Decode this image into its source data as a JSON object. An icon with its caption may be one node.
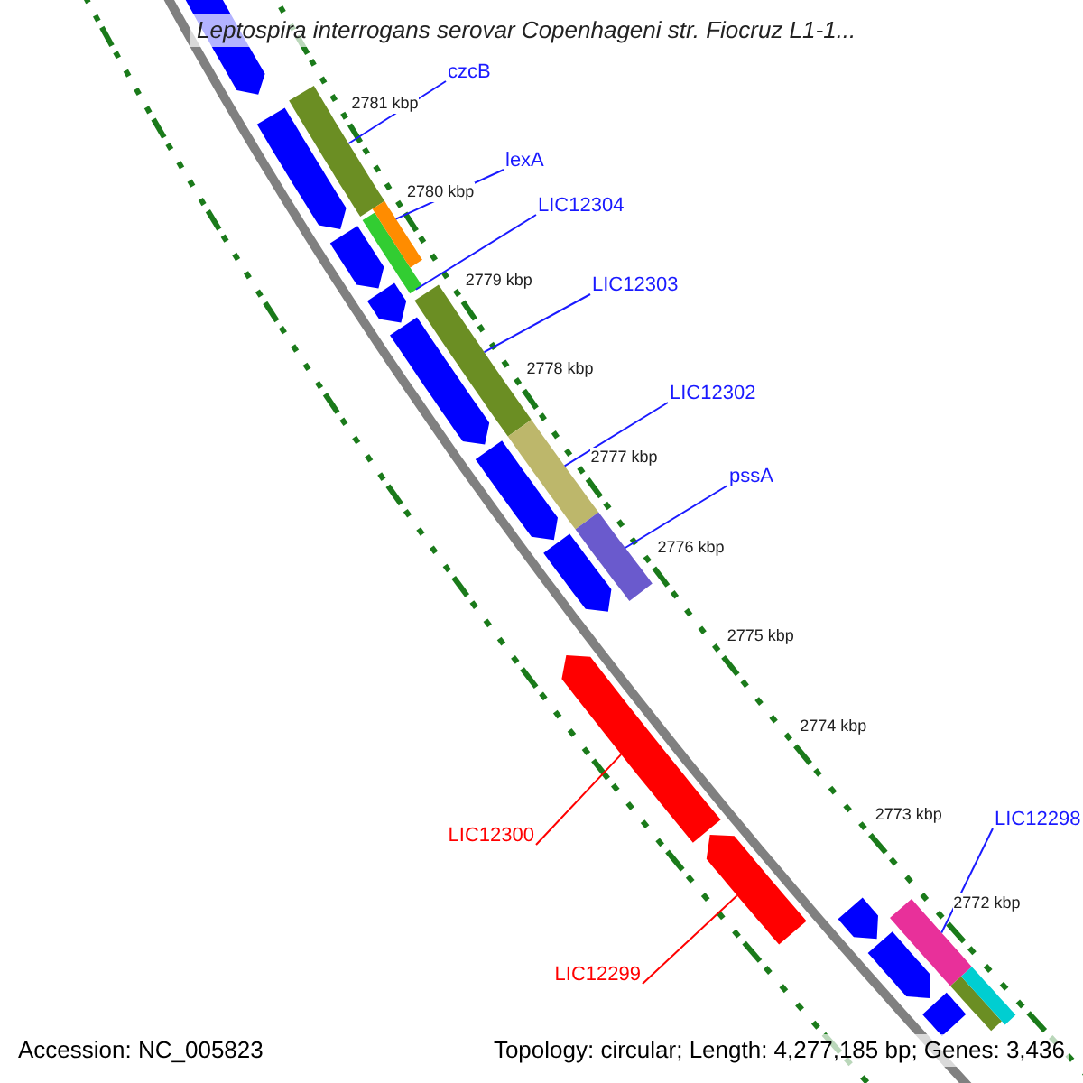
{
  "diagram": {
    "title": "Leptospira interrogans serovar Copenhageni str. Fiocruz L1-1...",
    "nodes": [
      {
        "text": [
          "czcB"
        ]
      },
      {
        "text": [
          "lexA"
        ]
      },
      {
        "text": [
          "LIC12304"
        ]
      },
      {
        "text": [
          "LIC12303"
        ]
      },
      {
        "text": [
          "LIC12302"
        ]
      },
      {
        "text": [
          "pssA"
        ]
      },
      {
        "text": [
          "LIC12298"
        ]
      },
      {
        "text": [
          "LIC12300"
        ]
      },
      {
        "text": [
          "LIC12299"
        ]
      },
      {
        "text": [],
        "shape": "bar"
      },
      {
        "text": [],
        "shape": "bar"
      },
      {
        "text": [],
        "shape": "bar"
      },
      {
        "text": [],
        "shape": "bar"
      },
      {
        "text": [],
        "shape": "bar"
      },
      {
        "text": [],
        "shape": "bar"
      },
      {
        "text": [],
        "shape": "bar"
      },
      {
        "text": [],
        "shape": "bar"
      },
      {
        "text": [],
        "shape": "bar"
      },
      {
        "text": [],
        "shape": "bar"
      },
      {
        "text": [],
        "shape": "bar"
      },
      {
        "text": [],
        "shape": "bar"
      },
      {
        "text": [],
        "shape": "bar"
      },
      {
        "text": [],
        "shape": "bar"
      },
      {
        "text": [],
        "shape": "bar"
      },
      {
        "text": [],
        "shape": "bar"
      },
      {
        "text": [],
        "shape": "bar"
      },
      {
        "text": [],
        "shape": "bar"
      },
      {
        "text": [],
        "shape": "bar"
      },
      {
        "text": [],
        "shape": "bar"
      },
      {
        "text": [],
        "shape": "bar"
      }
    ],
    "edges": [
      {
        "from": 0,
        "to": 9,
        "arrow": "none"
      },
      {
        "from": 1,
        "to": 11,
        "arrow": "none"
      },
      {
        "from": 2,
        "to": 10,
        "arrow": "none"
      },
      {
        "from": 3,
        "to": 12,
        "arrow": "none"
      },
      {
        "from": 4,
        "to": 13,
        "arrow": "none"
      },
      {
        "from": 5,
        "to": 14,
        "arrow": "none"
      },
      {
        "from": 6,
        "to": 17,
        "arrow": "none"
      },
      {
        "from": 7,
        "to": 15,
        "arrow": "none",
        "color": "#ff0000"
      },
      {
        "from": 8,
        "to": 16,
        "arrow": "none",
        "color": "#ff0000"
      }
    ],
    "labels": [
      "2781 kbp",
      "2780 kbp",
      "2779 kbp",
      "2778 kbp",
      "2777 kbp",
      "2776 kbp",
      "2775 kbp",
      "2774 kbp",
      "2773 kbp",
      "2772 kbp",
      "Accession: NC_005823",
      "Topology: circular; Length: 4,277,185 bp; Genes: 3,436"
    ]
  }
}
